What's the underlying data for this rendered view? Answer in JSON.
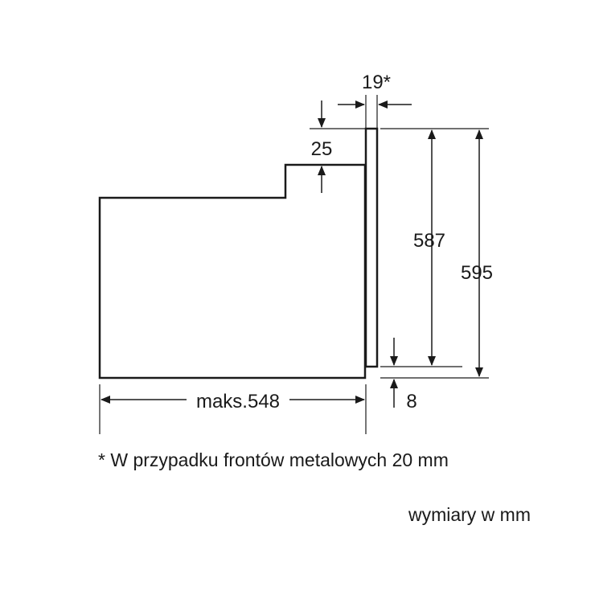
{
  "dimensions": {
    "front_depth": "19*",
    "top_step": "25",
    "front_height": "587",
    "total_height": "595",
    "bottom_gap": "8",
    "max_depth": "maks.548"
  },
  "notes": {
    "footnote": "* W przypadku frontów metalowych 20 mm",
    "units": "wymiary w mm"
  },
  "colors": {
    "line": "#1a1a1a",
    "background": "#ffffff"
  }
}
